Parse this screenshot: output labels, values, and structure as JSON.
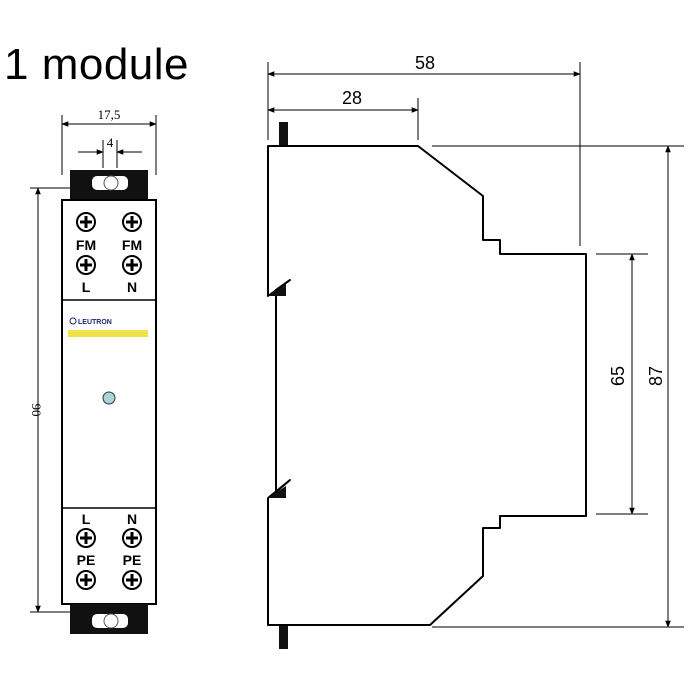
{
  "title": "1 module",
  "brand": "LEUTRON",
  "front_view": {
    "width_dim": "17,5",
    "slot_dim": "4",
    "height_dim": "90",
    "top_terminals": {
      "row1_left": "FM",
      "row1_right": "FM",
      "row2_left": "L",
      "row2_right": "N"
    },
    "bottom_terminals": {
      "row1_left": "L",
      "row1_right": "N",
      "row2_left": "PE",
      "row2_right": "PE"
    }
  },
  "side_view": {
    "depth_total_dim": "58",
    "depth_front_dim": "28",
    "height_inner_dim": "65",
    "height_total_dim": "87"
  },
  "colors": {
    "outline": "#000000",
    "led": "#a8d4dc",
    "label_stripe": "#f2e24a",
    "dark_clip": "#111111"
  }
}
